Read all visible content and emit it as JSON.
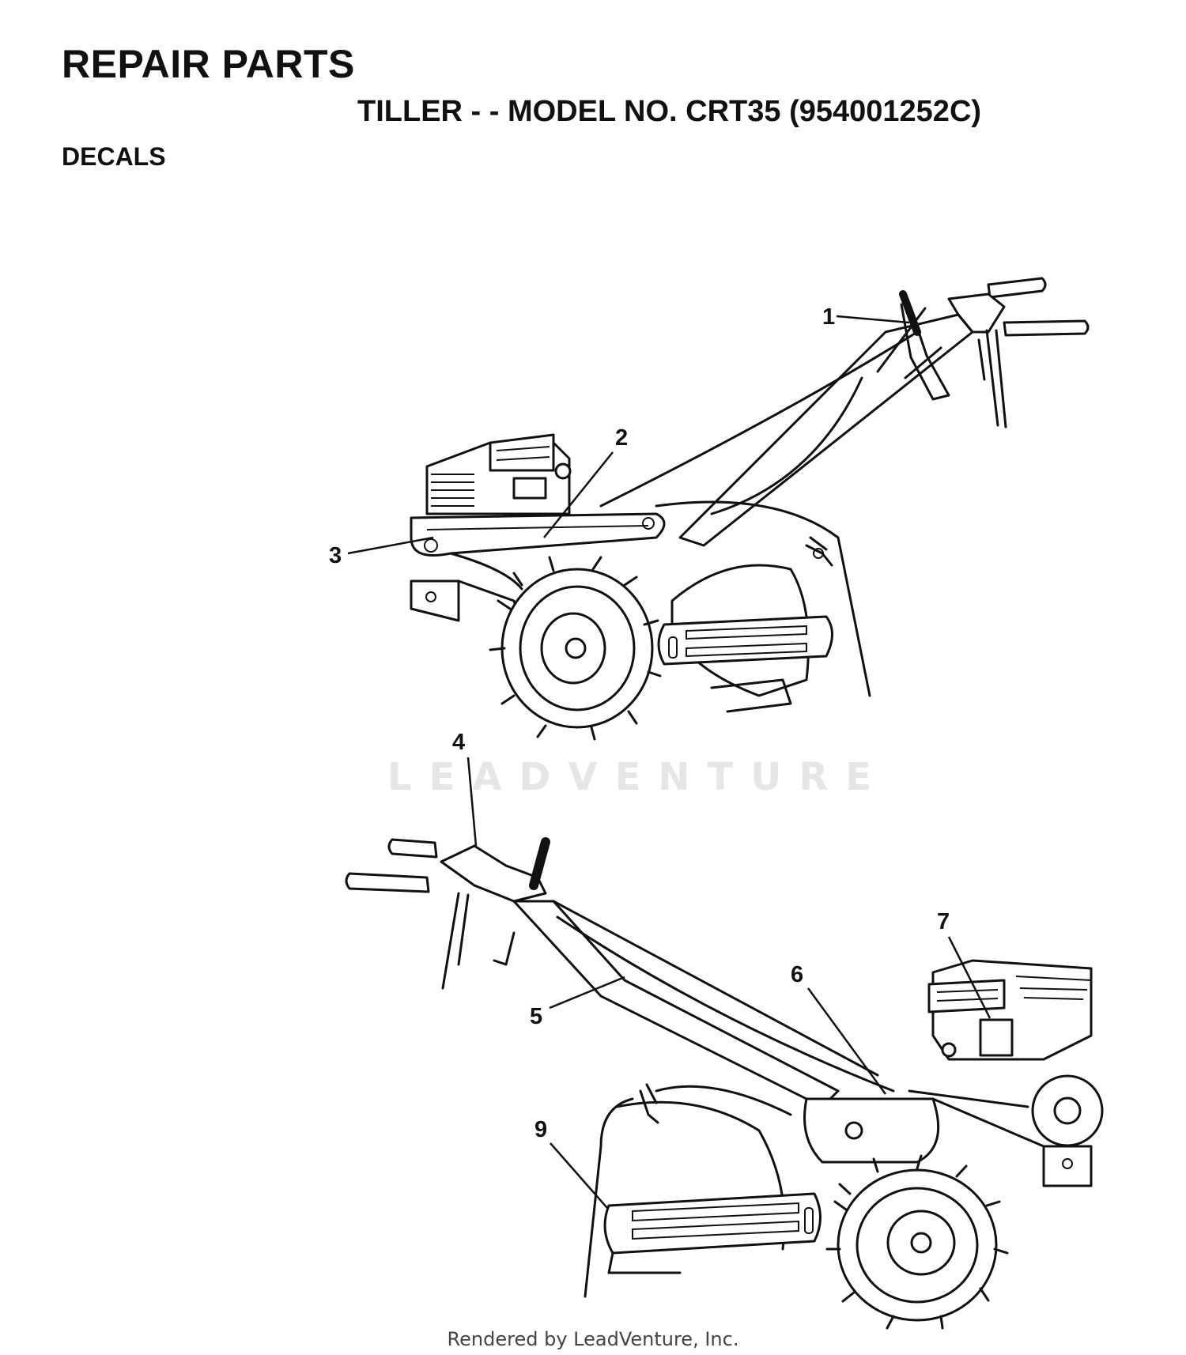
{
  "header": {
    "title": "REPAIR PARTS",
    "subtitle": "TILLER - - MODEL NO. CRT35 (954001252C)",
    "section": "DECALS"
  },
  "watermark": "LEADVENTURE",
  "footer": "Rendered by LeadVenture, Inc.",
  "callouts": [
    "1",
    "2",
    "3",
    "4",
    "5",
    "6",
    "7",
    "9"
  ]
}
